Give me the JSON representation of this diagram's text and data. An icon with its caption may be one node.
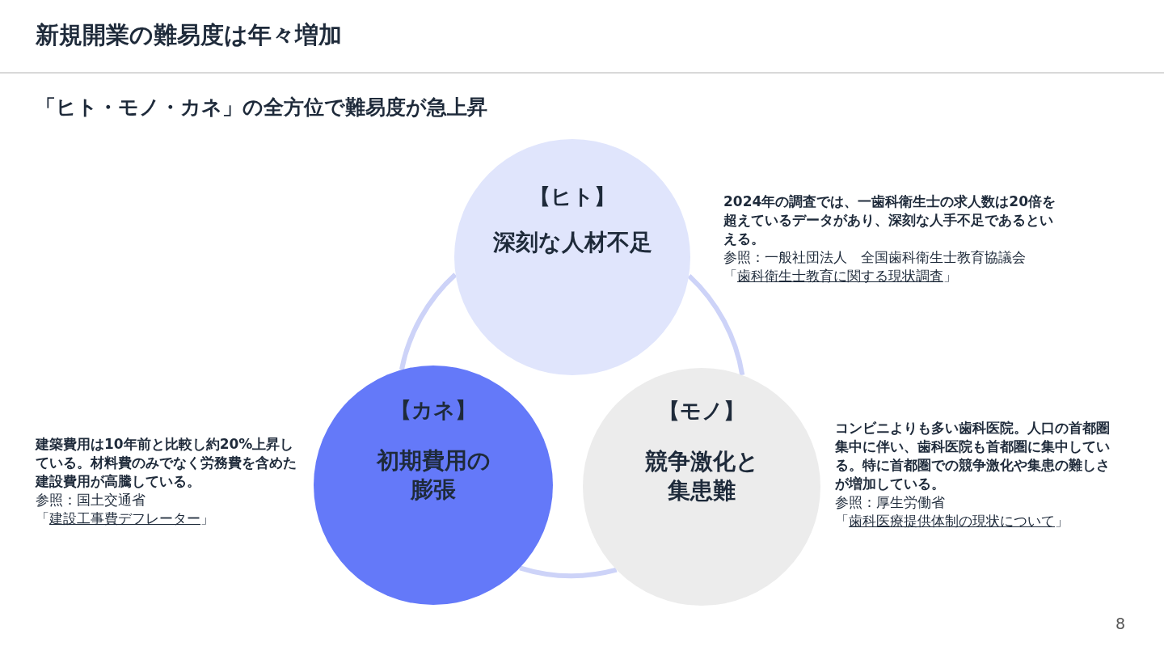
{
  "diagram": {
    "title": "新規開業の難易度は年々増加",
    "nodes": [
      {
        "text": [
          "【ヒト】",
          "深刻な人材不足"
        ],
        "beside": [
          "2024年の調査では、一歯科衛生士の求人数は20倍を超えているデータがあり、深刻な人手不足であるといえる。",
          "参照：一般社団法人　全国歯科衛生士教育協議会「",
          "歯科衛生士教育に関する現状調査",
          "」"
        ]
      },
      {
        "text": [
          "【カネ】",
          "初期費用の膨張"
        ],
        "beside": [
          "建築費用は10年前と比較し約20%上昇している。材料費のみでなく労務費を含めた建設費用が高騰している。",
          "参照：国土交通省「",
          "建設工事費デフレーター",
          "」"
        ]
      },
      {
        "text": [
          "【モノ】",
          "競争激化と集患難"
        ],
        "beside": [
          "コンビニよりも多い歯科医院。人口の首都圏集中に伴い、歯科医院も首都圏に集中している。特に首都圏での競争激化や集患の難しさが増加している。",
          "参照：厚生労働省「",
          "歯科医療提供体制の現状について",
          "」"
        ]
      }
    ],
    "edges": [
      {
        "from": 0,
        "to": 2,
        "arrow": "none"
      },
      {
        "from": 2,
        "to": 1,
        "arrow": "none"
      },
      {
        "from": 1,
        "to": 0,
        "arrow": "none"
      }
    ],
    "labels": [
      "「ヒト・モノ・カネ」の全方位で難易度が急上昇",
      "8"
    ]
  }
}
